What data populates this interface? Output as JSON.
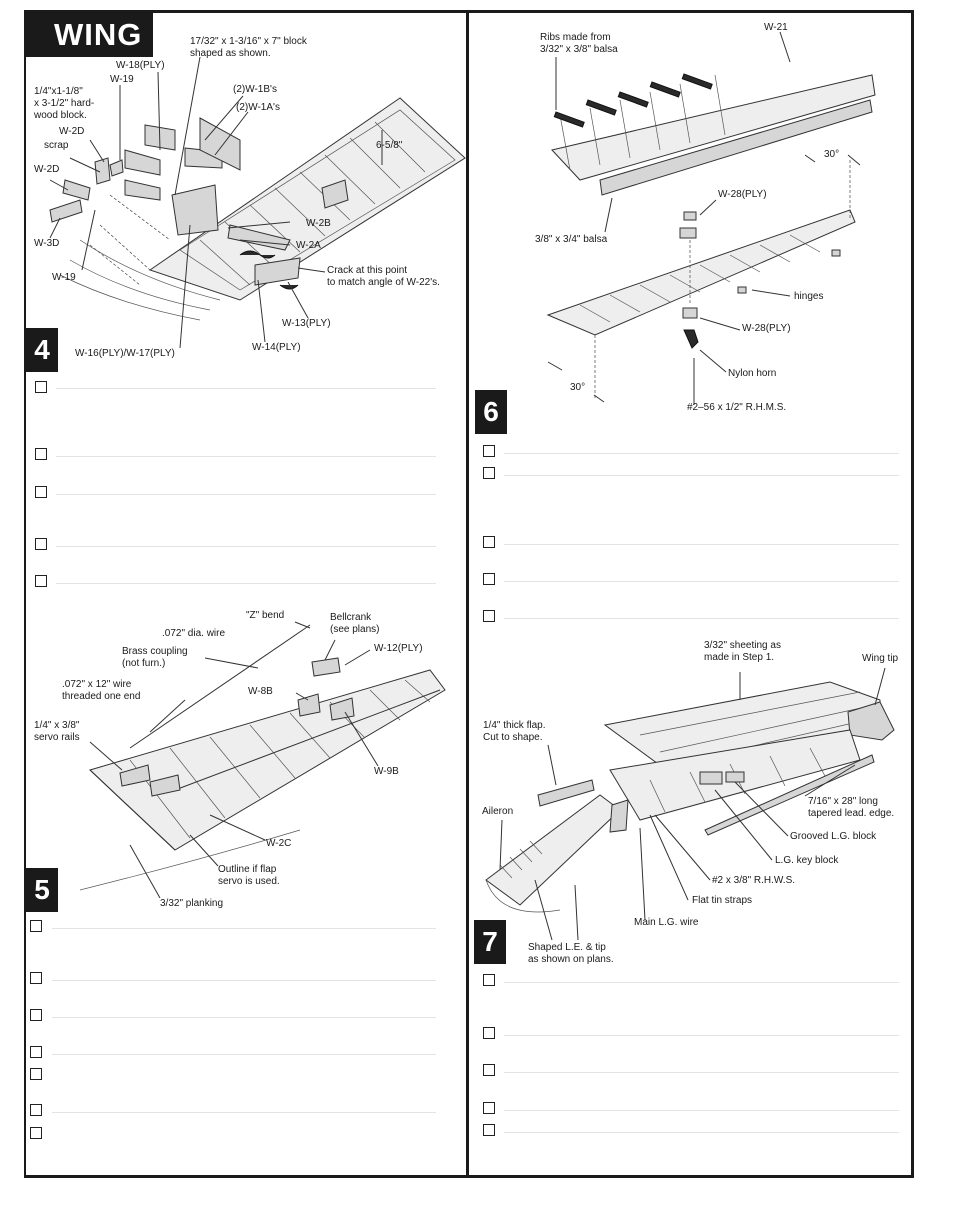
{
  "section_title": "WING",
  "steps": {
    "s4": "4",
    "s5": "5",
    "s6": "6",
    "s7": "7"
  },
  "step4_labels": {
    "block": "17/32\" x 1-3/16\" x 7\" block\nshaped as shown.",
    "w18": "W-18(PLY)",
    "w19a": "W-19",
    "hardwood": "1/4\"x1-1/8\"\nx 3-1/2\" hard-\nwood block.",
    "w1b": "(2)W-1B's",
    "w1a": "(2)W-1A's",
    "w2d_a": "W-2D",
    "scrap": "scrap",
    "dim": "6-5/8\"",
    "w2d_b": "W-2D",
    "w2b": "W-2B",
    "w3d": "W-3D",
    "w2a": "W-2A",
    "crack": "Crack at this point\nto match angle of W-22's.",
    "w19b": "W-19",
    "w13": "W-13(PLY)",
    "w14": "W-14(PLY)",
    "w16": "W-16(PLY)/W-17(PLY)"
  },
  "step5_labels": {
    "zbend": "\"Z\" bend",
    "bellcrank": "Bellcrank\n(see plans)",
    "wire072": ".072\" dia. wire",
    "w12": "W-12(PLY)",
    "coupling": "Brass coupling\n(not furn.)",
    "wire12": ".072\" x 12\" wire\nthreaded one end",
    "w8b": "W-8B",
    "rails": "1/4\" x 3/8\"\nservo rails",
    "w9b": "W-9B",
    "w2c": "W-2C",
    "outline": "Outline if flap\nservo is used.",
    "planking": "3/32\" planking"
  },
  "step6_labels": {
    "w21": "W-21",
    "ribs": "Ribs made from\n3/32\" x 3/8\" balsa",
    "angle_top": "30°",
    "w28a": "W-28(PLY)",
    "balsa": "3/8\" x 3/4\" balsa",
    "hinges": "hinges",
    "w28b": "W-28(PLY)",
    "horn": "Nylon horn",
    "angle_bottom": "30°",
    "screw": "#2–56 x 1/2\" R.H.M.S."
  },
  "step7_labels": {
    "sheeting": "3/32\" sheeting as\nmade in Step 1.",
    "wingtip": "Wing tip",
    "flap": "1/4\" thick flap.\nCut to shape.",
    "aileron": "Aileron",
    "leading": "7/16\" x 28\" long\ntapered lead. edge.",
    "grooved": "Grooved L.G. block",
    "keyblock": "L.G. key block",
    "rhws": "#2 x 3/8\" R.H.W.S.",
    "straps": "Flat tin straps",
    "mainwire": "Main L.G. wire",
    "shaped": "Shaped L.E. & tip\nas shown on plans."
  }
}
